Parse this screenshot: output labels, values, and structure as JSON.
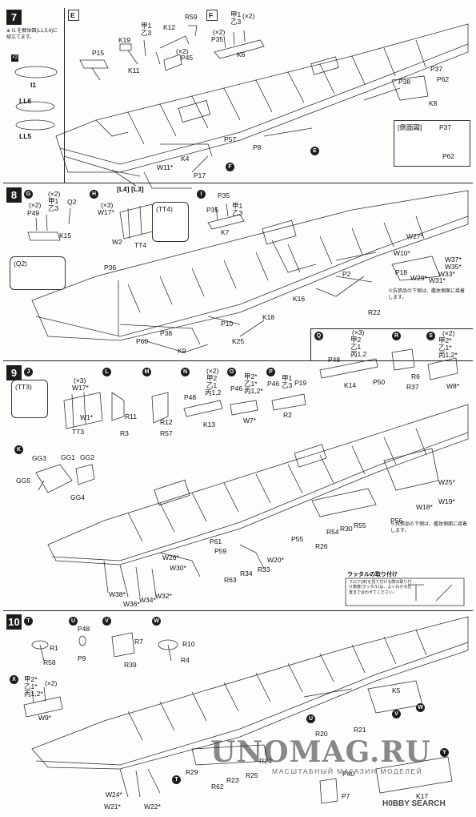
{
  "steps": [
    "7",
    "8",
    "9",
    "10"
  ],
  "step7": {
    "note": "※ I1 を解体図(L1,5,6)に組立てます。",
    "qty_x2": "×2",
    "parts_left": [
      "I1",
      "LL6",
      "LL5"
    ],
    "subs": {
      "E": "E",
      "F": "F"
    },
    "subE_labels": [
      "K19",
      "K12",
      "R59",
      "P15",
      "K11",
      "甲1",
      "乙3",
      "(×2)",
      "P45"
    ],
    "subF_labels": [
      "甲1",
      "乙3",
      "(×2)",
      "(×2)",
      "P35",
      "K6"
    ],
    "main_labels": [
      "P37",
      "P62",
      "P38",
      "K8",
      "P57",
      "P8",
      "W11*",
      "K4",
      "P17",
      "E",
      "F"
    ],
    "inset_title": "[側面図]",
    "inset_labels": [
      "P37",
      "P62"
    ]
  },
  "step8": {
    "ref": "[L4] [L3]",
    "subs": {
      "G": "G",
      "H": "H",
      "I": "I"
    },
    "subG_labels": [
      "(×2)",
      "甲1",
      "乙3",
      "Q2",
      "P49",
      "K15",
      "(×2)"
    ],
    "subH_labels": [
      "(×3)",
      "W17*",
      "W2",
      "TT4"
    ],
    "tt4_box": "(TT4)",
    "subI_labels": [
      "P35",
      "甲1",
      "乙3",
      "P35",
      "K7"
    ],
    "q2_box": "(Q2)",
    "main_labels": [
      "W27*",
      "W37*",
      "W35*",
      "W33*",
      "W29*",
      "W31*",
      "W10*",
      "P36",
      "P2",
      "P18",
      "K16",
      "R22",
      "K18",
      "P10",
      "P38",
      "K25",
      "P60",
      "K9"
    ],
    "note": "※抗張品の下側は、艦体側面に接着します。"
  },
  "sub_row": {
    "Q": [
      "(×3)",
      "甲2",
      "乙1",
      "丙1,2",
      "P48",
      "K14",
      "P50"
    ],
    "R": [
      "R6",
      "R37"
    ],
    "S": [
      "(×2)",
      "甲2*",
      "乙1*",
      "丙1,2*",
      "W8*"
    ]
  },
  "step9": {
    "subs": [
      "J",
      "L",
      "M",
      "N",
      "O",
      "P",
      "K"
    ],
    "tt3_box": "(TT3)",
    "subJ_labels": [
      "(×3)",
      "W17*",
      "W1*",
      "TT3"
    ],
    "subL_labels": [
      "R11",
      "R3"
    ],
    "subM_labels": [
      "R12",
      "R57"
    ],
    "subN_labels": [
      "(×2)",
      "甲2",
      "乙1",
      "丙1,2",
      "P48",
      "K13"
    ],
    "subO_labels": [
      "甲2*",
      "乙1*",
      "丙1,2*",
      "P46",
      "W7*"
    ],
    "subP_labels": [
      "P46",
      "甲1",
      "乙3",
      "P19",
      "R2"
    ],
    "subK_labels": [
      "GG3",
      "GG1",
      "GG2",
      "GG5",
      "GG4"
    ],
    "main_labels": [
      "W25*",
      "W18*",
      "W19*",
      "P56",
      "P55",
      "R54",
      "R30",
      "R55",
      "R26",
      "P61",
      "P59",
      "W26*",
      "W20*",
      "R63",
      "R34",
      "R33",
      "W30*",
      "W38*",
      "W32*",
      "W34*",
      "W36*"
    ],
    "note": "※抗張品の下側は、艦体側面に接着します。",
    "rack_title": "ラッタルの取り付け",
    "rack_note": "フロア(床)を見て付ける際の取り付け角度(ラッタル)は、よくわかる位置まで合わせてください。"
  },
  "step10": {
    "subs": [
      "T",
      "U",
      "V",
      "W",
      "X",
      "Y"
    ],
    "subT_labels": [
      "R1",
      "R58"
    ],
    "subU_labels": [
      "P48",
      "P9"
    ],
    "subV_labels": [
      "R7",
      "R39"
    ],
    "subW_labels": [
      "R10",
      "R4"
    ],
    "subX_labels": [
      "甲2*",
      "乙1*",
      "(×2)",
      "丙1,2*",
      "W9*"
    ],
    "main_labels": [
      "K5",
      "W",
      "V",
      "R20",
      "R21",
      "R24",
      "R62",
      "R23",
      "R25",
      "R29",
      "W24*",
      "W21*",
      "W22*",
      "P40",
      "P7",
      "K17",
      "U",
      "T"
    ]
  },
  "watermark": {
    "main": "UNOMAG.RU",
    "sub": "МАСШТАБНЫЙ МАГАЗИН МОДЕЛЕЙ"
  },
  "brand": "H0BBY SEARCH",
  "colors": {
    "ink": "#1c1c1c",
    "paper": "#fdfdfb",
    "watermark": "#4a4a4a"
  }
}
